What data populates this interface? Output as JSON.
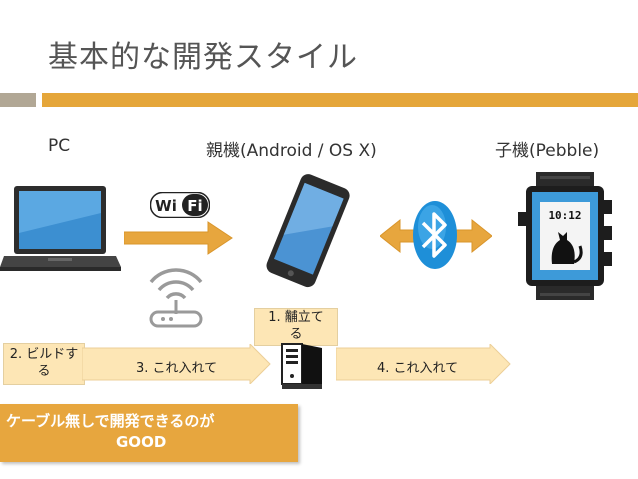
{
  "title": "基本的な開発スタイル",
  "columns": {
    "pc": "PC",
    "parent": "親機(Android / OS X)",
    "child": "子機(Pebble)"
  },
  "wifi_logo_text": "Wi Fi",
  "watch_time": "10:12",
  "steps": {
    "step1_line1": "1. 黼立て",
    "step1_line2": "る",
    "step2_line1": "2. ビルドす",
    "step2_line2": "る",
    "step3": "3. これ入れて",
    "step4": "4. これ入れて"
  },
  "footer": {
    "line1": "ケーブル無しで開発できるのが",
    "line2": "GOOD"
  },
  "colors": {
    "accent_orange": "#e5a63a",
    "accent_gray": "#b1a795",
    "note_bg": "#fde6b5",
    "bluetooth_blue": "#2196d9"
  }
}
